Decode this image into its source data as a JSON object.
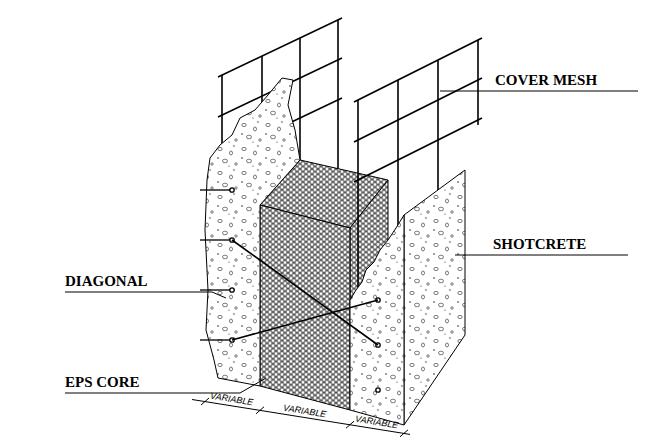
{
  "diagram": {
    "labels": [
      "COVER MESH",
      "SHOTCRETE",
      "DIAGONAL",
      "EPS CORE",
      "VARIABLE",
      "VARIABLE",
      "VARIABLE"
    ]
  }
}
